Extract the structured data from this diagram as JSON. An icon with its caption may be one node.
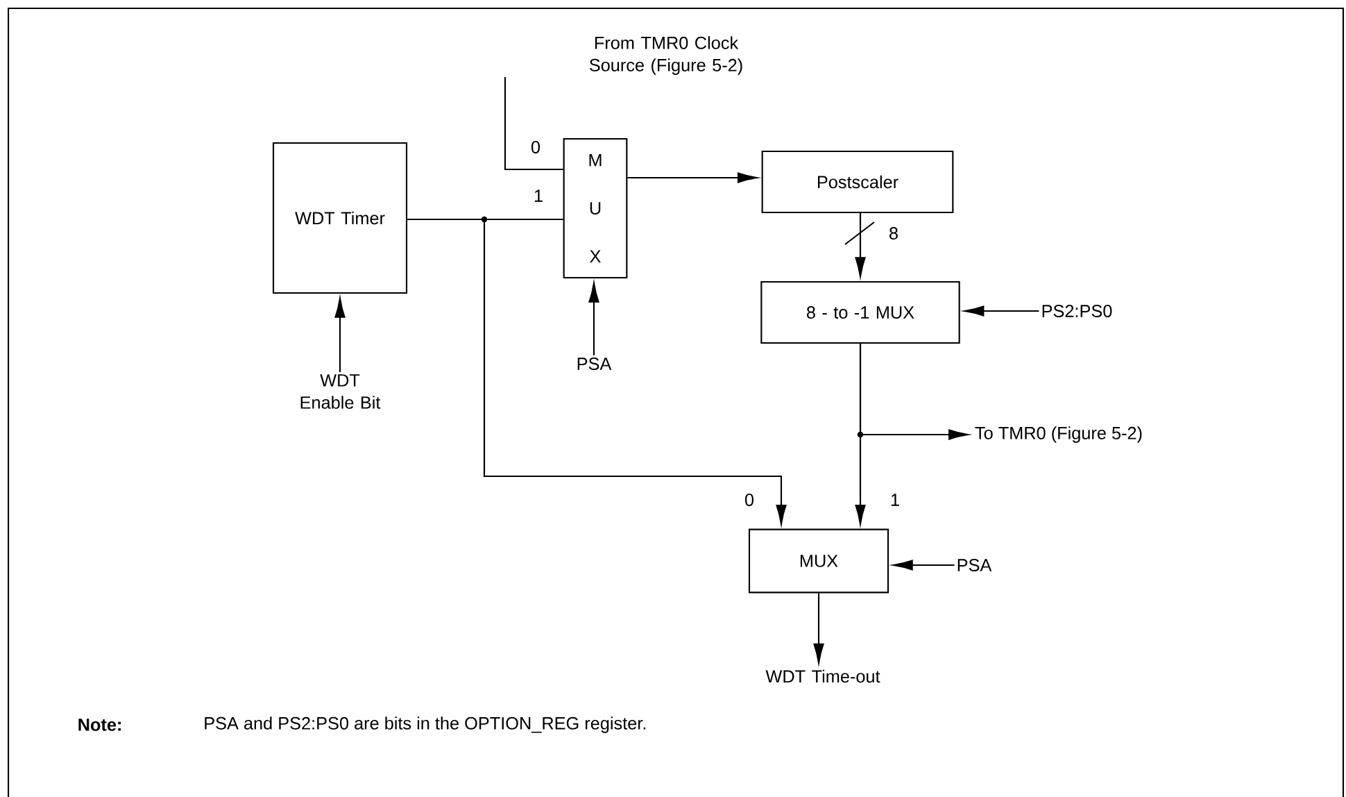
{
  "diagram": {
    "nodes": [
      {
        "text": [
          "From TMR0 Clock Source (Figure 5-2)"
        ]
      },
      {
        "text": [
          "WDT Timer"
        ]
      },
      {
        "text": [
          "M U X"
        ]
      },
      {
        "text": [
          "Postscaler"
        ]
      },
      {
        "text": [
          "8 - to -1 MUX"
        ]
      },
      {
        "text": [
          "PS2:PS0"
        ]
      },
      {
        "text": [
          "WDT Enable Bit"
        ]
      },
      {
        "text": [
          "PSA"
        ]
      },
      {
        "text": [
          "To TMR0 (Figure 5-2)"
        ]
      },
      {
        "text": [
          "MUX"
        ]
      },
      {
        "text": [
          "PSA"
        ]
      },
      {
        "text": [
          "WDT Time-out"
        ]
      }
    ],
    "edges": [
      {
        "from": 0,
        "to": 2,
        "arrow": "none",
        "label": "0"
      },
      {
        "from": 1,
        "to": 2,
        "arrow": "none",
        "label": "1"
      },
      {
        "from": 1,
        "to": 9,
        "arrow": "to",
        "label": "0"
      },
      {
        "from": 2,
        "to": 3,
        "arrow": "to"
      },
      {
        "from": 3,
        "to": 4,
        "arrow": "to",
        "label": "8"
      },
      {
        "from": 5,
        "to": 4,
        "arrow": "to"
      },
      {
        "from": 6,
        "to": 1,
        "arrow": "to"
      },
      {
        "from": 7,
        "to": 2,
        "arrow": "to"
      },
      {
        "from": 4,
        "to": 8,
        "arrow": "to"
      },
      {
        "from": 4,
        "to": 9,
        "arrow": "to",
        "label": "1"
      },
      {
        "from": 10,
        "to": 9,
        "arrow": "to"
      },
      {
        "from": 9,
        "to": 11,
        "arrow": "to"
      }
    ],
    "labels": [
      "Note:",
      "PSA and PS2:PS0 are bits in the OPTION_REG register."
    ]
  }
}
